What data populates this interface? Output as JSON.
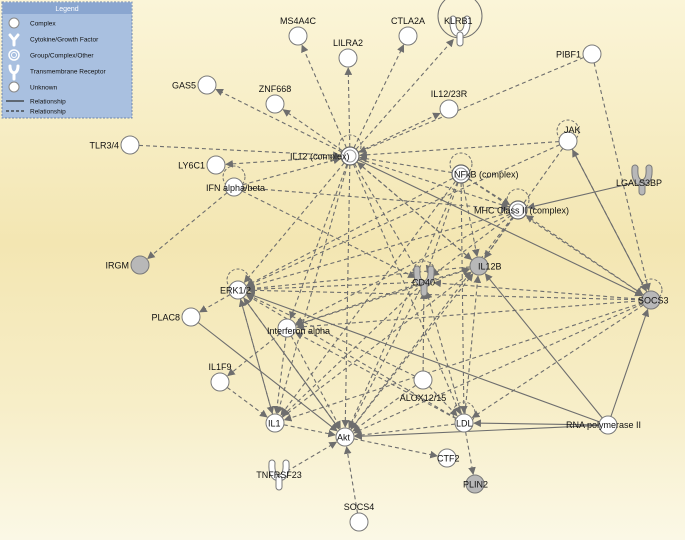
{
  "legend": {
    "title": "Legend",
    "items": [
      {
        "icon": "circle-icon",
        "label": "Complex"
      },
      {
        "icon": "y-shape-icon",
        "label": "Cytokine/Growth Factor"
      },
      {
        "icon": "double-circle-icon",
        "label": "Group/Complex/Other"
      },
      {
        "icon": "receptor-icon",
        "label": "Transmembrane Receptor"
      },
      {
        "icon": "circle-icon",
        "label": "Unknown"
      },
      {
        "icon": "solid-line-icon",
        "label": "Relationship"
      },
      {
        "icon": "dashed-line-icon",
        "label": "Relationship"
      }
    ]
  },
  "colors": {
    "node_fill": "#ffffff",
    "node_gray": "#b8b8b8",
    "edge": "#6e6e6e",
    "legend_bg": "#a9c0e0",
    "legend_title_bg": "#8aa6d0"
  },
  "nodes": [
    {
      "id": "MS4A4C",
      "label": "MS4A4C",
      "shape": "circle"
    },
    {
      "id": "CTLA2A",
      "label": "CTLA2A",
      "shape": "circle"
    },
    {
      "id": "KLRB1",
      "label": "KLRB1",
      "shape": "receptor"
    },
    {
      "id": "LILRA2",
      "label": "LILRA2",
      "shape": "circle"
    },
    {
      "id": "PIBF1",
      "label": "PIBF1",
      "shape": "circle"
    },
    {
      "id": "GAS5",
      "label": "GAS5",
      "shape": "circle"
    },
    {
      "id": "ZNF668",
      "label": "ZNF668",
      "shape": "circle"
    },
    {
      "id": "IL12_23R",
      "label": "IL12/23R",
      "shape": "circle"
    },
    {
      "id": "TLR3_4",
      "label": "TLR3/4",
      "shape": "circle"
    },
    {
      "id": "JAK",
      "label": "JAK",
      "shape": "circle"
    },
    {
      "id": "IL12c",
      "label": "IL12 (complex)",
      "shape": "complex"
    },
    {
      "id": "LY6C1",
      "label": "LY6C1",
      "shape": "circle"
    },
    {
      "id": "NFkB",
      "label": "NFkB (complex)",
      "shape": "complex"
    },
    {
      "id": "LGALS3BP",
      "label": "LGALS3BP",
      "shape": "receptor_gray"
    },
    {
      "id": "IFNab",
      "label": "IFN alpha/beta",
      "shape": "circle"
    },
    {
      "id": "MHCII",
      "label": "MHC Class II (complex)",
      "shape": "complex"
    },
    {
      "id": "IRGM",
      "label": "IRGM",
      "shape": "gray"
    },
    {
      "id": "IL12B",
      "label": "IL12B",
      "shape": "gray"
    },
    {
      "id": "CD40",
      "label": "CD40",
      "shape": "receptor_gray"
    },
    {
      "id": "ERK12",
      "label": "ERK1/2",
      "shape": "circle"
    },
    {
      "id": "SOCS3",
      "label": "SOCS3",
      "shape": "gray"
    },
    {
      "id": "PLAC8",
      "label": "PLAC8",
      "shape": "circle"
    },
    {
      "id": "IFNalpha",
      "label": "Interferon alpha",
      "shape": "circle"
    },
    {
      "id": "IL1F9",
      "label": "IL1F9",
      "shape": "circle"
    },
    {
      "id": "ALOX12_15",
      "label": "ALOX12/15",
      "shape": "circle"
    },
    {
      "id": "IL1",
      "label": "IL1",
      "shape": "circle"
    },
    {
      "id": "LDL",
      "label": "LDL",
      "shape": "circle"
    },
    {
      "id": "RNAPII",
      "label": "RNA polymerase II",
      "shape": "circle"
    },
    {
      "id": "Akt",
      "label": "Akt",
      "shape": "circle"
    },
    {
      "id": "CTF2",
      "label": "CTF2",
      "shape": "circle"
    },
    {
      "id": "TNFRSF23",
      "label": "TNFRSF23",
      "shape": "receptor"
    },
    {
      "id": "PLIN2",
      "label": "PLIN2",
      "shape": "gray"
    },
    {
      "id": "SOCS4",
      "label": "SOCS4",
      "shape": "circle"
    }
  ],
  "edges": [
    {
      "from": "IL12c",
      "to": "MS4A4C",
      "style": "dashed"
    },
    {
      "from": "IL12c",
      "to": "CTLA2A",
      "style": "dashed"
    },
    {
      "from": "IL12c",
      "to": "KLRB1",
      "style": "dashed"
    },
    {
      "from": "IL12c",
      "to": "LILRA2",
      "style": "dashed"
    },
    {
      "from": "PIBF1",
      "to": "IL12c",
      "style": "dashed"
    },
    {
      "from": "IL12c",
      "to": "GAS5",
      "style": "dashed"
    },
    {
      "from": "IL12c",
      "to": "ZNF668",
      "style": "dashed"
    },
    {
      "from": "IL12c",
      "to": "IL12_23R",
      "style": "dashed"
    },
    {
      "from": "TLR3_4",
      "to": "IL12c",
      "style": "dashed"
    },
    {
      "from": "IL12c",
      "to": "LY6C1",
      "style": "dashed"
    },
    {
      "from": "JAK",
      "to": "IL12c",
      "style": "dashed"
    },
    {
      "from": "NFkB",
      "to": "IL12c",
      "style": "dashed"
    },
    {
      "from": "IFNab",
      "to": "IL12c",
      "style": "dashed"
    },
    {
      "from": "IFNab",
      "to": "IRGM",
      "style": "dashed"
    },
    {
      "from": "IFNab",
      "to": "CD40",
      "style": "dashed"
    },
    {
      "from": "IFNab",
      "to": "MHCII",
      "style": "dashed"
    },
    {
      "from": "IL12c",
      "to": "MHCII",
      "style": "dashed"
    },
    {
      "from": "IL12c",
      "to": "IL12B",
      "style": "dashed"
    },
    {
      "from": "IL12c",
      "to": "CD40",
      "style": "dashed"
    },
    {
      "from": "IL12c",
      "to": "ERK12",
      "style": "dashed"
    },
    {
      "from": "IL12c",
      "to": "IFNalpha",
      "style": "dashed"
    },
    {
      "from": "IL12c",
      "to": "SOCS3",
      "style": "solid"
    },
    {
      "from": "IL12c",
      "to": "LDL",
      "style": "dashed"
    },
    {
      "from": "IL12c",
      "to": "IL1",
      "style": "dashed"
    },
    {
      "from": "IL12c",
      "to": "Akt",
      "style": "dashed"
    },
    {
      "from": "NFkB",
      "to": "IL12B",
      "style": "dashed"
    },
    {
      "from": "NFkB",
      "to": "CD40",
      "style": "dashed"
    },
    {
      "from": "NFkB",
      "to": "ERK12",
      "style": "dashed"
    },
    {
      "from": "NFkB",
      "to": "SOCS3",
      "style": "dashed"
    },
    {
      "from": "NFkB",
      "to": "MHCII",
      "style": "dashed"
    },
    {
      "from": "NFkB",
      "to": "IL1",
      "style": "dashed"
    },
    {
      "from": "NFkB",
      "to": "Akt",
      "style": "dashed"
    },
    {
      "from": "NFkB",
      "to": "LDL",
      "style": "dashed"
    },
    {
      "from": "LGALS3BP",
      "to": "MHCII",
      "style": "solid"
    },
    {
      "from": "JAK",
      "to": "SOCS3",
      "style": "dashed"
    },
    {
      "from": "JAK",
      "to": "ERK12",
      "style": "dashed"
    },
    {
      "from": "JAK",
      "to": "IL12B",
      "style": "dashed"
    },
    {
      "from": "PIBF1",
      "to": "SOCS3",
      "style": "dashed"
    },
    {
      "from": "SOCS3",
      "to": "MHCII",
      "style": "dashed"
    },
    {
      "from": "SOCS3",
      "to": "JAK",
      "style": "solid"
    },
    {
      "from": "SOCS3",
      "to": "CD40",
      "style": "dashed"
    },
    {
      "from": "SOCS3",
      "to": "ERK12",
      "style": "dashed"
    },
    {
      "from": "SOCS3",
      "to": "IFNalpha",
      "style": "dashed"
    },
    {
      "from": "SOCS3",
      "to": "IL1",
      "style": "dashed"
    },
    {
      "from": "SOCS3",
      "to": "Akt",
      "style": "dashed"
    },
    {
      "from": "SOCS3",
      "to": "LDL",
      "style": "dashed"
    },
    {
      "from": "MHCII",
      "to": "ERK12",
      "style": "dashed"
    },
    {
      "from": "MHCII",
      "to": "IL12B",
      "style": "dashed"
    },
    {
      "from": "MHCII",
      "to": "CD40",
      "style": "dashed"
    },
    {
      "from": "MHCII",
      "to": "IFNalpha",
      "style": "dashed"
    },
    {
      "from": "MHCII",
      "to": "Akt",
      "style": "dashed"
    },
    {
      "from": "CD40",
      "to": "ERK12",
      "style": "dashed"
    },
    {
      "from": "CD40",
      "to": "IL12B",
      "style": "dashed"
    },
    {
      "from": "CD40",
      "to": "IFNalpha",
      "style": "dashed"
    },
    {
      "from": "CD40",
      "to": "Akt",
      "style": "dashed"
    },
    {
      "from": "CD40",
      "to": "IL1",
      "style": "dashed"
    },
    {
      "from": "ERK12",
      "to": "PLAC8",
      "style": "dashed"
    },
    {
      "from": "ERK12",
      "to": "IL1",
      "style": "dashed"
    },
    {
      "from": "ERK12",
      "to": "Akt",
      "style": "solid"
    },
    {
      "from": "IFNalpha",
      "to": "IL1F9",
      "style": "dashed"
    },
    {
      "from": "IFNalpha",
      "to": "IL12B",
      "style": "dashed"
    },
    {
      "from": "IFNalpha",
      "to": "IL1",
      "style": "dashed"
    },
    {
      "from": "IFNalpha",
      "to": "Akt",
      "style": "dashed"
    },
    {
      "from": "ALOX12_15",
      "to": "ERK12",
      "style": "dashed"
    },
    {
      "from": "ALOX12_15",
      "to": "Akt",
      "style": "dashed"
    },
    {
      "from": "ALOX12_15",
      "to": "CD40",
      "style": "dashed"
    },
    {
      "from": "ALOX12_15",
      "to": "LDL",
      "style": "dashed"
    },
    {
      "from": "LDL",
      "to": "CD40",
      "style": "dashed"
    },
    {
      "from": "LDL",
      "to": "IL12B",
      "style": "dashed"
    },
    {
      "from": "LDL",
      "to": "Akt",
      "style": "dashed"
    },
    {
      "from": "LDL",
      "to": "ERK12",
      "style": "dashed"
    },
    {
      "from": "LDL",
      "to": "PLIN2",
      "style": "dashed"
    },
    {
      "from": "LDL",
      "to": "IFNalpha",
      "style": "dashed"
    },
    {
      "from": "RNAPII",
      "to": "SOCS3",
      "style": "solid"
    },
    {
      "from": "RNAPII",
      "to": "IL12B",
      "style": "solid"
    },
    {
      "from": "RNAPII",
      "to": "ERK12",
      "style": "solid"
    },
    {
      "from": "RNAPII",
      "to": "LDL",
      "style": "solid"
    },
    {
      "from": "RNAPII",
      "to": "Akt",
      "style": "solid"
    },
    {
      "from": "IL1",
      "to": "ERK12",
      "style": "dashed"
    },
    {
      "from": "IL1",
      "to": "IL12B",
      "style": "dashed"
    },
    {
      "from": "IL1",
      "to": "Akt",
      "style": "dashed"
    },
    {
      "from": "IL1F9",
      "to": "IL1",
      "style": "dashed"
    },
    {
      "from": "Akt",
      "to": "IL12B",
      "style": "dashed"
    },
    {
      "from": "Akt",
      "to": "CTF2",
      "style": "dashed"
    },
    {
      "from": "Akt",
      "to": "ERK12",
      "style": "dashed"
    },
    {
      "from": "TNFRSF23",
      "to": "Akt",
      "style": "dashed"
    },
    {
      "from": "SOCS4",
      "to": "Akt",
      "style": "dashed"
    },
    {
      "from": "PLAC8",
      "to": "Akt",
      "style": "solid"
    },
    {
      "from": "IL12B",
      "to": "IL12c",
      "style": "dashed"
    },
    {
      "from": "IL12B",
      "to": "ERK12",
      "style": "dashed"
    }
  ],
  "self_loops": [
    "KLRB1",
    "IL12c",
    "NFkB",
    "JAK",
    "IFNab",
    "MHCII",
    "ERK12",
    "CD40",
    "SOCS3",
    "LDL"
  ]
}
